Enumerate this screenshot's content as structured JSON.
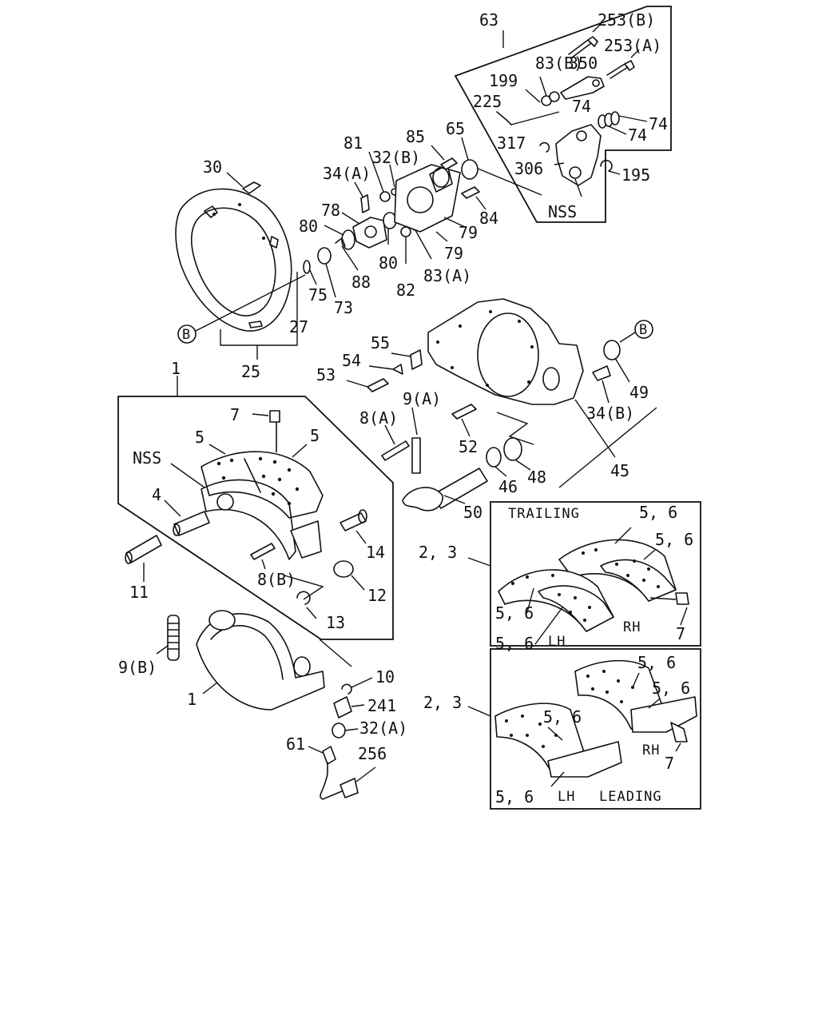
{
  "labels": {
    "p63": "63",
    "p253b": "253(B)",
    "p253a": "253(A)",
    "p83b": "83(B)",
    "p350": "350",
    "p199": "199",
    "p225": "225",
    "p74a": "74",
    "p74b": "74",
    "p74c": "74",
    "p317": "317",
    "p306": "306",
    "p195": "195",
    "nss_top": "NSS",
    "p85": "85",
    "p65": "65",
    "p81": "81",
    "p32b": "32(B)",
    "p34a": "34(A)",
    "p30": "30",
    "p78": "78",
    "p80a": "80",
    "p80b": "80",
    "p84": "84",
    "p79a": "79",
    "p79b": "79",
    "p83a": "83(A)",
    "p82": "82",
    "p88": "88",
    "p75": "75",
    "p73": "73",
    "p27": "27",
    "p25": "25",
    "bmark1": "B",
    "bmark2": "B",
    "p55": "55",
    "p54": "54",
    "p53": "53",
    "p49": "49",
    "p34b": "34(B)",
    "p1a": "1",
    "p9a": "9(A)",
    "p8a": "8(A)",
    "p52": "52",
    "p45": "45",
    "p46": "46",
    "p48": "48",
    "p7a": "7",
    "p5a": "5",
    "p5b": "5",
    "nss_mid": "NSS",
    "p4": "4",
    "p50": "50",
    "p14": "14",
    "p8b": "8(B)",
    "p12": "12",
    "p13": "13",
    "p11": "11",
    "p23a": "2, 3",
    "p23b": "2, 3",
    "trailing": "TRAILING",
    "leading": "LEADING",
    "p56a": "5, 6",
    "p56b": "5, 6",
    "p56c": "5, 6",
    "p56d": "5, 6",
    "p56e": "5, 6",
    "p56f": "5, 6",
    "p56g": "5, 6",
    "p56h": "5, 6",
    "rh1": "RH",
    "lh1": "LH",
    "rh2": "RH",
    "lh2": "LH",
    "p7b": "7",
    "p7c": "7",
    "p9b": "9(B)",
    "p1b": "1",
    "p10": "10",
    "p241": "241",
    "p32a": "32(A)",
    "p61": "61",
    "p256": "256"
  }
}
